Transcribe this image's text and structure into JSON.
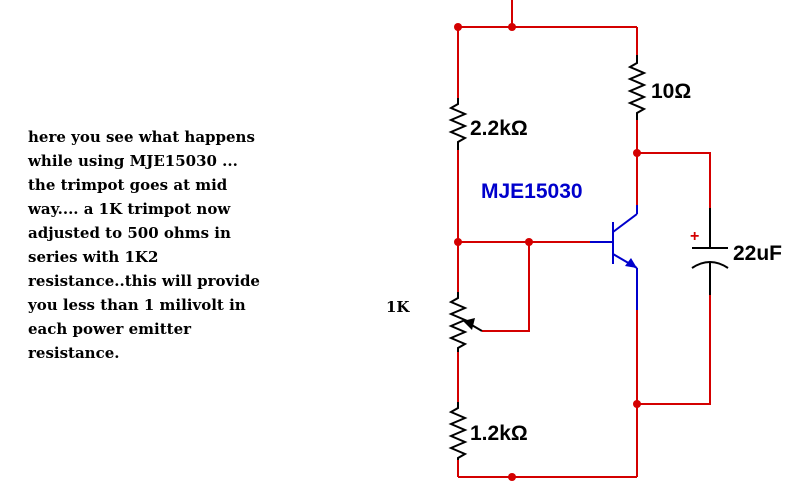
{
  "note": {
    "lines": [
      "here you see what happens",
      "while using MJE15030 ...",
      "the trimpot goes at mid",
      "way.... a 1K trimpot now",
      "adjusted to 500 ohms in",
      "series with 1K2",
      "resistance..this will provide",
      "you less than 1 milivolt in",
      "each power emitter",
      "resistance."
    ]
  },
  "components": {
    "r_top": "2.2kΩ",
    "r_bottom": "1.2kΩ",
    "r_collector": "10Ω",
    "trimpot": "1K",
    "transistor": "MJE15030",
    "capacitor": "22uF",
    "cap_polarity": "+"
  },
  "colors": {
    "wire": "#d40000",
    "component": "#000000",
    "transistor": "#0000cc",
    "polarity": "#d40000"
  }
}
